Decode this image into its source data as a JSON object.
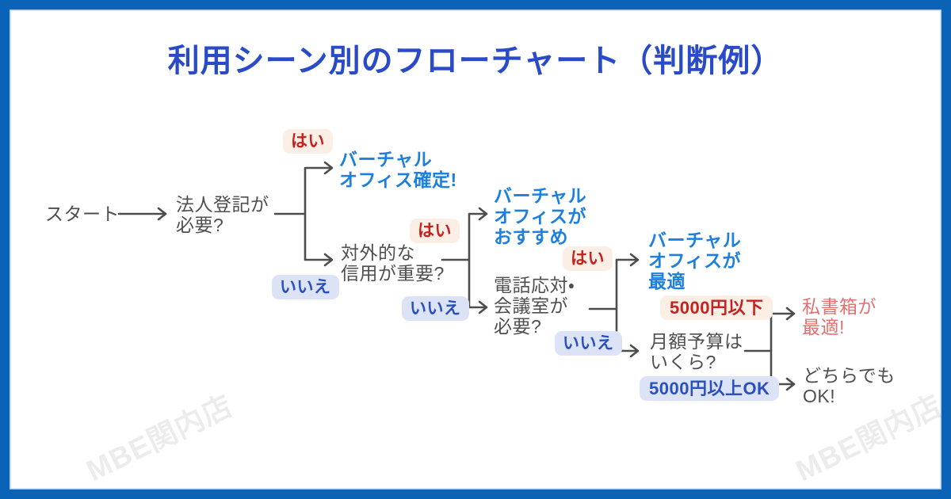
{
  "title": "利用シーン別のフローチャート（判断例）",
  "watermark": "MBE関内店",
  "colors": {
    "frame": "#0B63B7",
    "title": "#2A4BC8",
    "question_text": "#4F4F4F",
    "result_blue": "#1E80DC",
    "result_salmon": "#E57070",
    "yes_text": "#C5211E",
    "yes_bg": "#FAEEE5",
    "no_text": "#2A50BE",
    "no_bg": "#DDE3F6",
    "connector_line": "#4D4D4D",
    "watermark": "#ECECEC"
  },
  "flowchart": {
    "questions": {
      "start": "スタート",
      "corporate_registration": "法人登記が\n必要?",
      "external_credibility": "対外的な\n信用が重要?",
      "phone_meeting_room": "電話応対・\n会議室が\n必要?",
      "monthly_budget": "月額予算は\nいくら?"
    },
    "results": {
      "virtual_office_confirmed": "バーチャル\nオフィス確定!",
      "virtual_office_recommended": "バーチャル\nオフィスが\nおすすめ",
      "virtual_office_best": "バーチャル\nオフィスが\n最適",
      "po_box_best": "私書箱が\n最適!",
      "either_ok": "どちらでも\nOK!"
    },
    "branch_labels": {
      "yes": "はい",
      "no": "いいえ",
      "under_5000": "5000円以下",
      "over_5000_ok": "5000円以上OK"
    }
  }
}
